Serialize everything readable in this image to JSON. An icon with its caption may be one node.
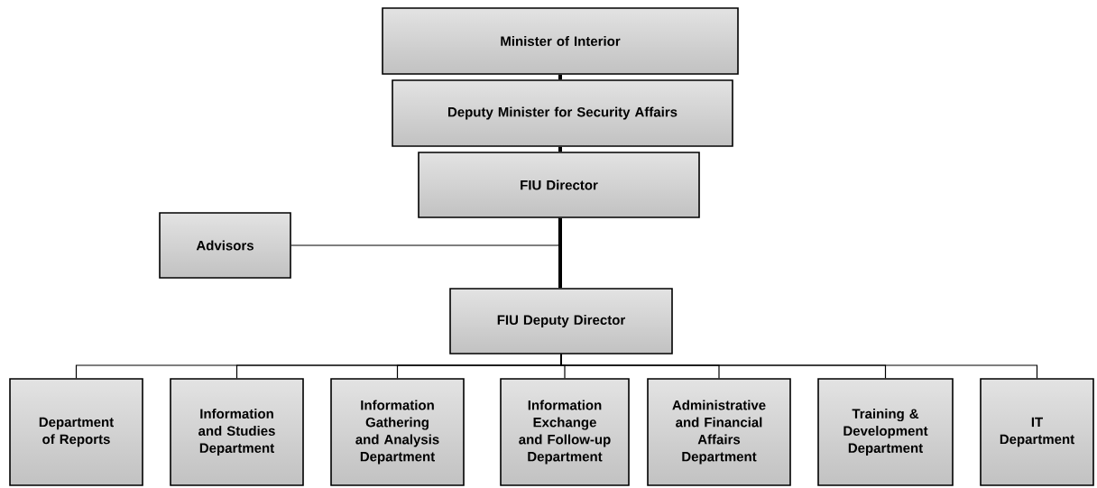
{
  "diagram": {
    "nodes": [
      {
        "text": [
          "Minister of Interior"
        ]
      },
      {
        "text": [
          "Deputy Minister for Security Affairs"
        ]
      },
      {
        "text": [
          "FIU Director"
        ]
      },
      {
        "text": [
          "Advisors"
        ]
      },
      {
        "text": [
          "FIU Deputy Director"
        ]
      },
      {
        "text": [
          "Department of  Reports"
        ]
      },
      {
        "text": [
          "Information and Studies Department"
        ]
      },
      {
        "text": [
          "Information Gathering and Analysis Department"
        ]
      },
      {
        "text": [
          "Information Exchange and Follow-up Department"
        ]
      },
      {
        "text": [
          "Administrative and Financial Affairs Department"
        ]
      },
      {
        "text": [
          "Training & Development Department"
        ]
      },
      {
        "text": [
          "IT Department"
        ]
      }
    ],
    "edges": [
      {
        "from": 0,
        "to": 1,
        "arrow": "none",
        "style": "thick"
      },
      {
        "from": 1,
        "to": 2,
        "arrow": "none",
        "style": "thick"
      },
      {
        "from": 2,
        "to": 4,
        "arrow": "none",
        "style": "thick"
      },
      {
        "from": 3,
        "to": 2,
        "arrow": "none"
      },
      {
        "from": 4,
        "to": 5,
        "arrow": "none"
      },
      {
        "from": 4,
        "to": 6,
        "arrow": "none"
      },
      {
        "from": 4,
        "to": 7,
        "arrow": "none"
      },
      {
        "from": 4,
        "to": 8,
        "arrow": "none"
      },
      {
        "from": 4,
        "to": 9,
        "arrow": "none"
      },
      {
        "from": 4,
        "to": 10,
        "arrow": "none"
      },
      {
        "from": 4,
        "to": 11,
        "arrow": "none"
      }
    ]
  }
}
